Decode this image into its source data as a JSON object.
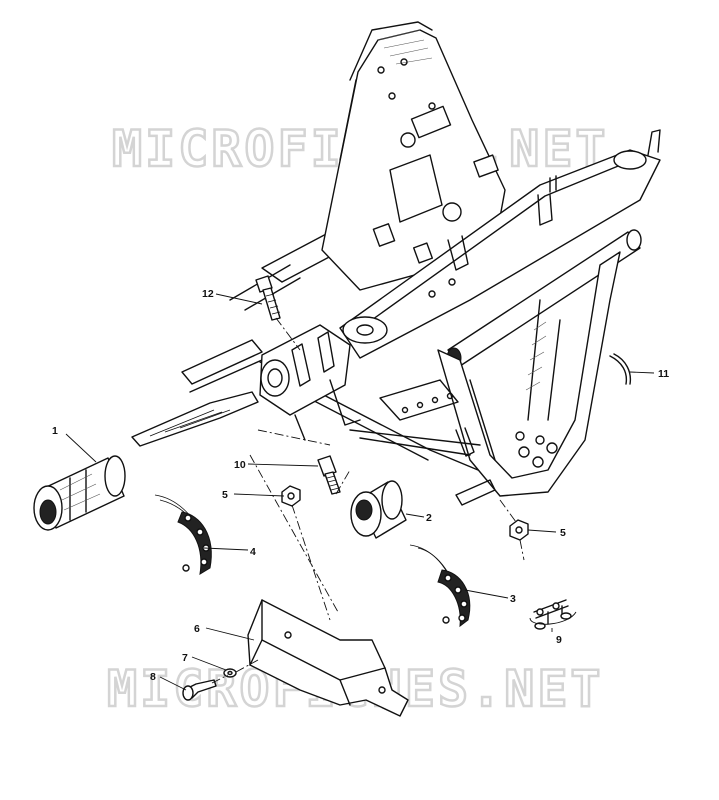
{
  "watermark": {
    "top": "MICROFICHES.NET",
    "bottom": "MICROFICHES.NET"
  },
  "callouts": [
    {
      "id": "1",
      "label": "1"
    },
    {
      "id": "2",
      "label": "2"
    },
    {
      "id": "3",
      "label": "3"
    },
    {
      "id": "4",
      "label": "4"
    },
    {
      "id": "5a",
      "label": "5"
    },
    {
      "id": "5b",
      "label": "5"
    },
    {
      "id": "6",
      "label": "6"
    },
    {
      "id": "7",
      "label": "7"
    },
    {
      "id": "8",
      "label": "8"
    },
    {
      "id": "9",
      "label": "9"
    },
    {
      "id": "10",
      "label": "10"
    },
    {
      "id": "11",
      "label": "11"
    },
    {
      "id": "12",
      "label": "12"
    }
  ]
}
